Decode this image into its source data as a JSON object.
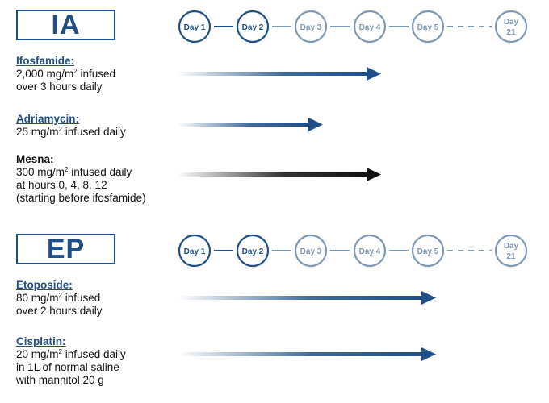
{
  "colors": {
    "navy": "#1f4f86",
    "circle_light": "#7f98b5",
    "black": "#111111"
  },
  "regimens": [
    {
      "label": "IA",
      "timeline": {
        "days": [
          {
            "line1": "Day 1",
            "line2": "",
            "emphasis": "dark"
          },
          {
            "line1": "Day 2",
            "line2": "",
            "emphasis": "dark"
          },
          {
            "line1": "Day 3",
            "line2": "",
            "emphasis": "light"
          },
          {
            "line1": "Day 4",
            "line2": "",
            "emphasis": "light"
          },
          {
            "line1": "Day 5",
            "line2": "",
            "emphasis": "light"
          },
          {
            "line1": "Day",
            "line2": "21",
            "emphasis": "light"
          }
        ]
      },
      "drugs": [
        {
          "name": "Ifosfamide:",
          "dose_value": "2,000 mg/m",
          "sup": "2",
          "dose_rest": " infused",
          "extra": [
            "over 3 hours daily"
          ],
          "color": "navy",
          "days": 5
        },
        {
          "name": "Adriamycin:",
          "dose_value": "25 mg/m",
          "sup": "2",
          "dose_rest": " infused daily",
          "extra": [],
          "color": "navy",
          "days": 3
        },
        {
          "name": "Mesna:",
          "dose_value": "300 mg/m",
          "sup": "2",
          "dose_rest": " infused daily",
          "extra": [
            "at hours 0, 4, 8, 12",
            "(starting before ifosfamide)"
          ],
          "color": "black",
          "days": 5
        }
      ]
    },
    {
      "label": "EP",
      "timeline": {
        "days": [
          {
            "line1": "Day 1",
            "line2": "",
            "emphasis": "dark"
          },
          {
            "line1": "Day 2",
            "line2": "",
            "emphasis": "dark"
          },
          {
            "line1": "Day 3",
            "line2": "",
            "emphasis": "light"
          },
          {
            "line1": "Day 4",
            "line2": "",
            "emphasis": "light"
          },
          {
            "line1": "Day 5",
            "line2": "",
            "emphasis": "light"
          },
          {
            "line1": "Day",
            "line2": "21",
            "emphasis": "light"
          }
        ]
      },
      "drugs": [
        {
          "name": "Etoposide:",
          "dose_value": "80 mg/m",
          "sup": "2",
          "dose_rest": " infused",
          "extra": [
            "over 2 hours daily"
          ],
          "color": "navy",
          "days": 6
        },
        {
          "name": "Cisplatin:",
          "dose_value": "20 mg/m",
          "sup": "2",
          "dose_rest": " infused daily",
          "extra": [
            "in 1L of normal saline",
            "with mannitol 20 g"
          ],
          "color": "navy",
          "days": 6
        }
      ]
    }
  ]
}
